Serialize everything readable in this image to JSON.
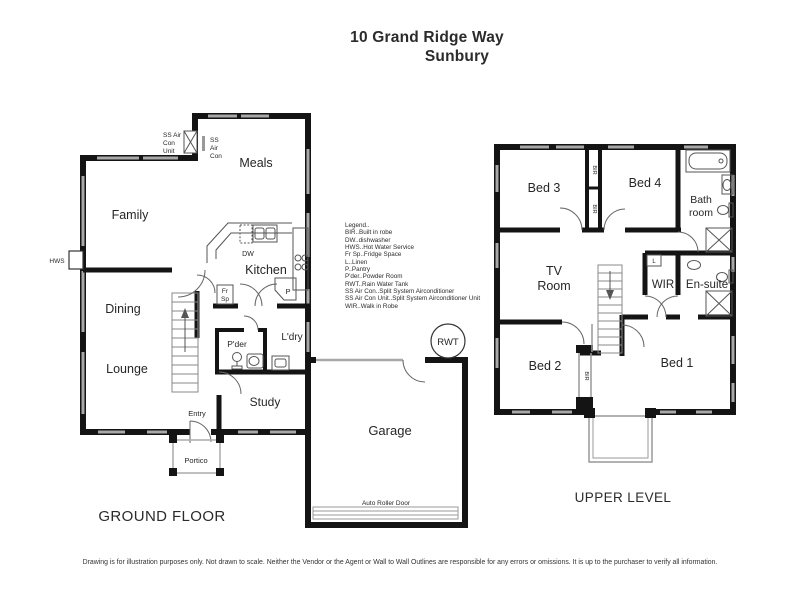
{
  "palette": {
    "wall": "#141414",
    "window": "#a8a8a8",
    "fixture": "#555555",
    "text": "#222222"
  },
  "title": {
    "line1": "10 Grand Ridge Way",
    "line2": "Sunbury"
  },
  "legend": {
    "heading": "Legend..",
    "entries": [
      "BIR..Built in robe",
      "DW..dishwasher",
      "HWS..Hot Water Service",
      "Fr Sp..Fridge Space",
      "L..Linen",
      "P..Pantry",
      "P'der..Powder Room",
      "RWT..Rain Water Tank",
      "SS Air Con..Split System Airconditioner",
      "SS Air Con Unit..Split System Airconditioner Unit",
      "WIR..Walk in Robe"
    ]
  },
  "ground_floor": {
    "label": "GROUND FLOOR",
    "rooms": {
      "family": "Family",
      "meals": "Meals",
      "kitchen": "Kitchen",
      "dining": "Dining",
      "lounge": "Lounge",
      "study": "Study",
      "laundry": "L'dry",
      "powder": "P'der",
      "entry": "Entry",
      "portico": "Portico",
      "garage": "Garage"
    },
    "annotations": {
      "hws": "HWS",
      "dw": "DW",
      "fridge_line1": "Fr",
      "fridge_line2": "Sp",
      "pantry": "P",
      "rwt": "RWT",
      "auto_roller_door": "Auto Roller Door",
      "ss_air_con_unit_lines": [
        "SS Air",
        "Con",
        "Unit"
      ],
      "ss_air_con_lines": [
        "SS",
        "Air",
        "Con"
      ]
    }
  },
  "upper_level": {
    "label": "UPPER LEVEL",
    "rooms": {
      "bed1": "Bed 1",
      "bed2": "Bed 2",
      "bed3": "Bed 3",
      "bed4": "Bed 4",
      "tv_line1": "TV",
      "tv_line2": "Room",
      "bath_line1": "Bath",
      "bath_line2": "room",
      "wir": "WIR",
      "ensuite": "En-suite"
    },
    "annotations": {
      "bir": "BIR",
      "linen": "L"
    }
  },
  "disclaimer": "Drawing is for illustration purposes only. Not drawn to scale. Neither the Vendor or the Agent or Wall to Wall Outlines are responsible for any errors or omissions. It is up to the purchaser to verify all information."
}
